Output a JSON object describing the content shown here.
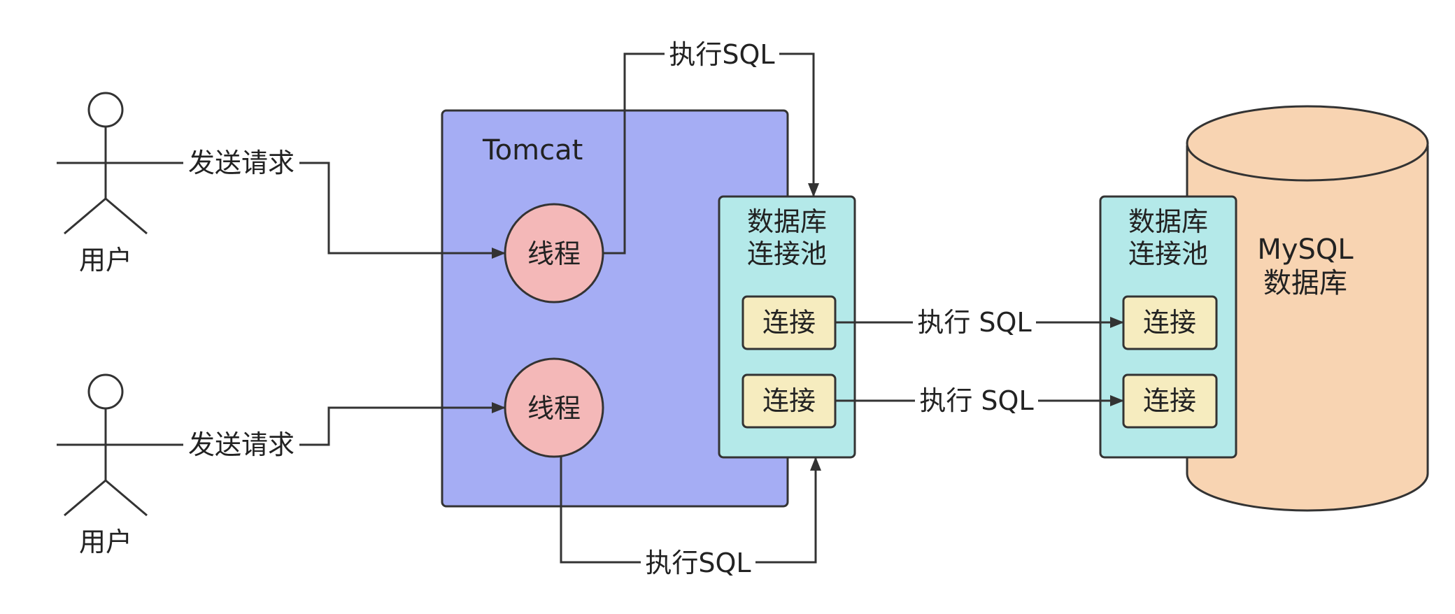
{
  "users": [
    {
      "label": "用户",
      "edge_label": "发送请求"
    },
    {
      "label": "用户",
      "edge_label": "发送请求"
    }
  ],
  "tomcat": {
    "label": "Tomcat"
  },
  "threads": [
    {
      "label": "线程"
    },
    {
      "label": "线程"
    }
  ],
  "app_pool": {
    "label_line1": "数据库",
    "label_line2": "连接池",
    "connections": [
      "连接",
      "连接"
    ]
  },
  "db_pool": {
    "label_line1": "数据库",
    "label_line2": "连接池",
    "connections": [
      "连接",
      "连接"
    ]
  },
  "mysql": {
    "label_line1": "MySQL",
    "label_line2": "数据库"
  },
  "edges": {
    "thread1_to_pool": "执行SQL",
    "thread2_to_pool": "执行SQL",
    "conn1_to_db": "执行 SQL",
    "conn2_to_db": "执行 SQL"
  },
  "colors": {
    "tomcat_fill": "#a5adf4",
    "thread_fill": "#f4b8b8",
    "pool_fill": "#b4e9e9",
    "conn_fill": "#f6ecbf",
    "db_fill": "#f8d4b2",
    "stroke": "#333333"
  }
}
